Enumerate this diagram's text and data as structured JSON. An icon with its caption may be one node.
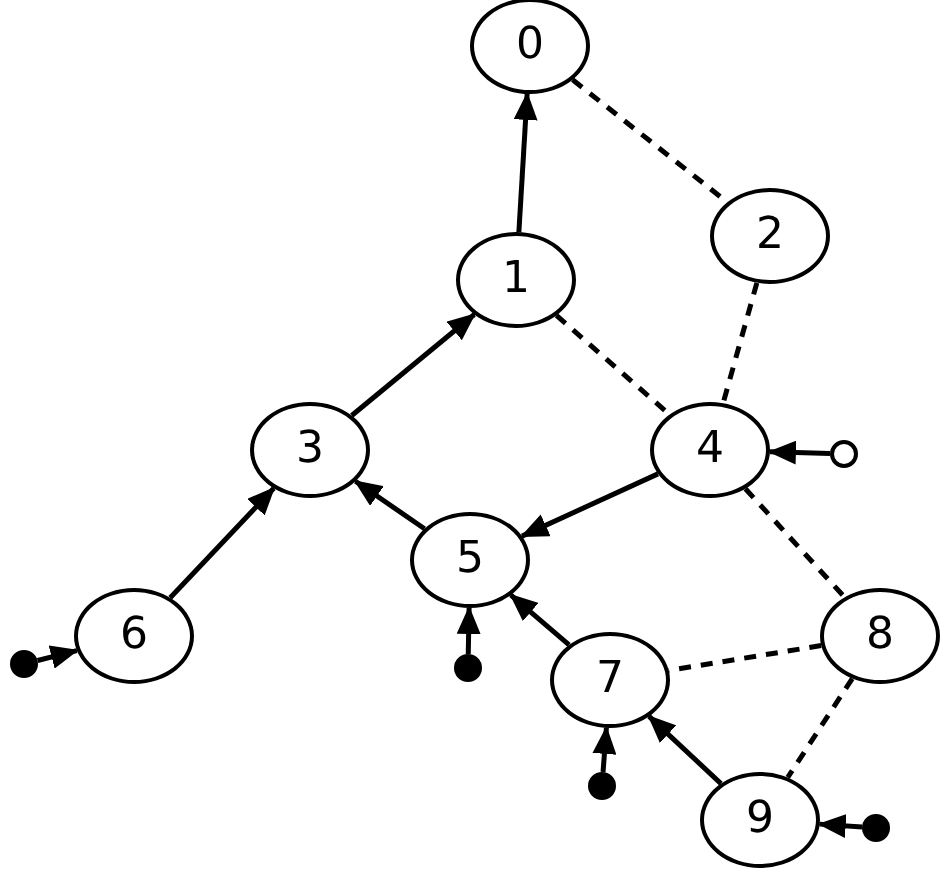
{
  "diagram": {
    "nodes": [
      {
        "text": [
          "0"
        ]
      },
      {
        "text": [
          "1"
        ]
      },
      {
        "text": [
          "2"
        ]
      },
      {
        "text": [
          "3"
        ]
      },
      {
        "text": [
          "4"
        ]
      },
      {
        "text": [
          "5"
        ]
      },
      {
        "text": [
          "6"
        ]
      },
      {
        "text": [
          "7"
        ]
      },
      {
        "text": [
          "8"
        ]
      },
      {
        "text": [
          "9"
        ]
      },
      {
        "text": [],
        "shape": "circle"
      },
      {
        "text": [],
        "shape": "circle"
      },
      {
        "text": [],
        "shape": "circle"
      },
      {
        "text": [],
        "shape": "circle"
      },
      {
        "text": [],
        "shape": "circle"
      }
    ],
    "edges": [
      {
        "from": 1,
        "to": 0,
        "arrow": "to"
      },
      {
        "from": 0,
        "to": 2,
        "arrow": "none",
        "style": "dashed"
      },
      {
        "from": 2,
        "to": 4,
        "arrow": "none",
        "style": "dashed"
      },
      {
        "from": 1,
        "to": 4,
        "arrow": "none",
        "style": "dashed"
      },
      {
        "from": 3,
        "to": 1,
        "arrow": "to"
      },
      {
        "from": 5,
        "to": 3,
        "arrow": "to"
      },
      {
        "from": 4,
        "to": 5,
        "arrow": "to"
      },
      {
        "from": 6,
        "to": 3,
        "arrow": "to"
      },
      {
        "from": 7,
        "to": 5,
        "arrow": "to"
      },
      {
        "from": 9,
        "to": 7,
        "arrow": "to"
      },
      {
        "from": 4,
        "to": 8,
        "arrow": "none",
        "style": "dashed"
      },
      {
        "from": 8,
        "to": 7,
        "arrow": "none",
        "style": "dashed"
      },
      {
        "from": 8,
        "to": 9,
        "arrow": "none",
        "style": "dashed"
      },
      {
        "from": 10,
        "to": 6,
        "arrow": "to"
      },
      {
        "from": 11,
        "to": 5,
        "arrow": "to"
      },
      {
        "from": 12,
        "to": 7,
        "arrow": "to"
      },
      {
        "from": 13,
        "to": 4,
        "arrow": "to"
      },
      {
        "from": 14,
        "to": 9,
        "arrow": "to"
      }
    ]
  }
}
